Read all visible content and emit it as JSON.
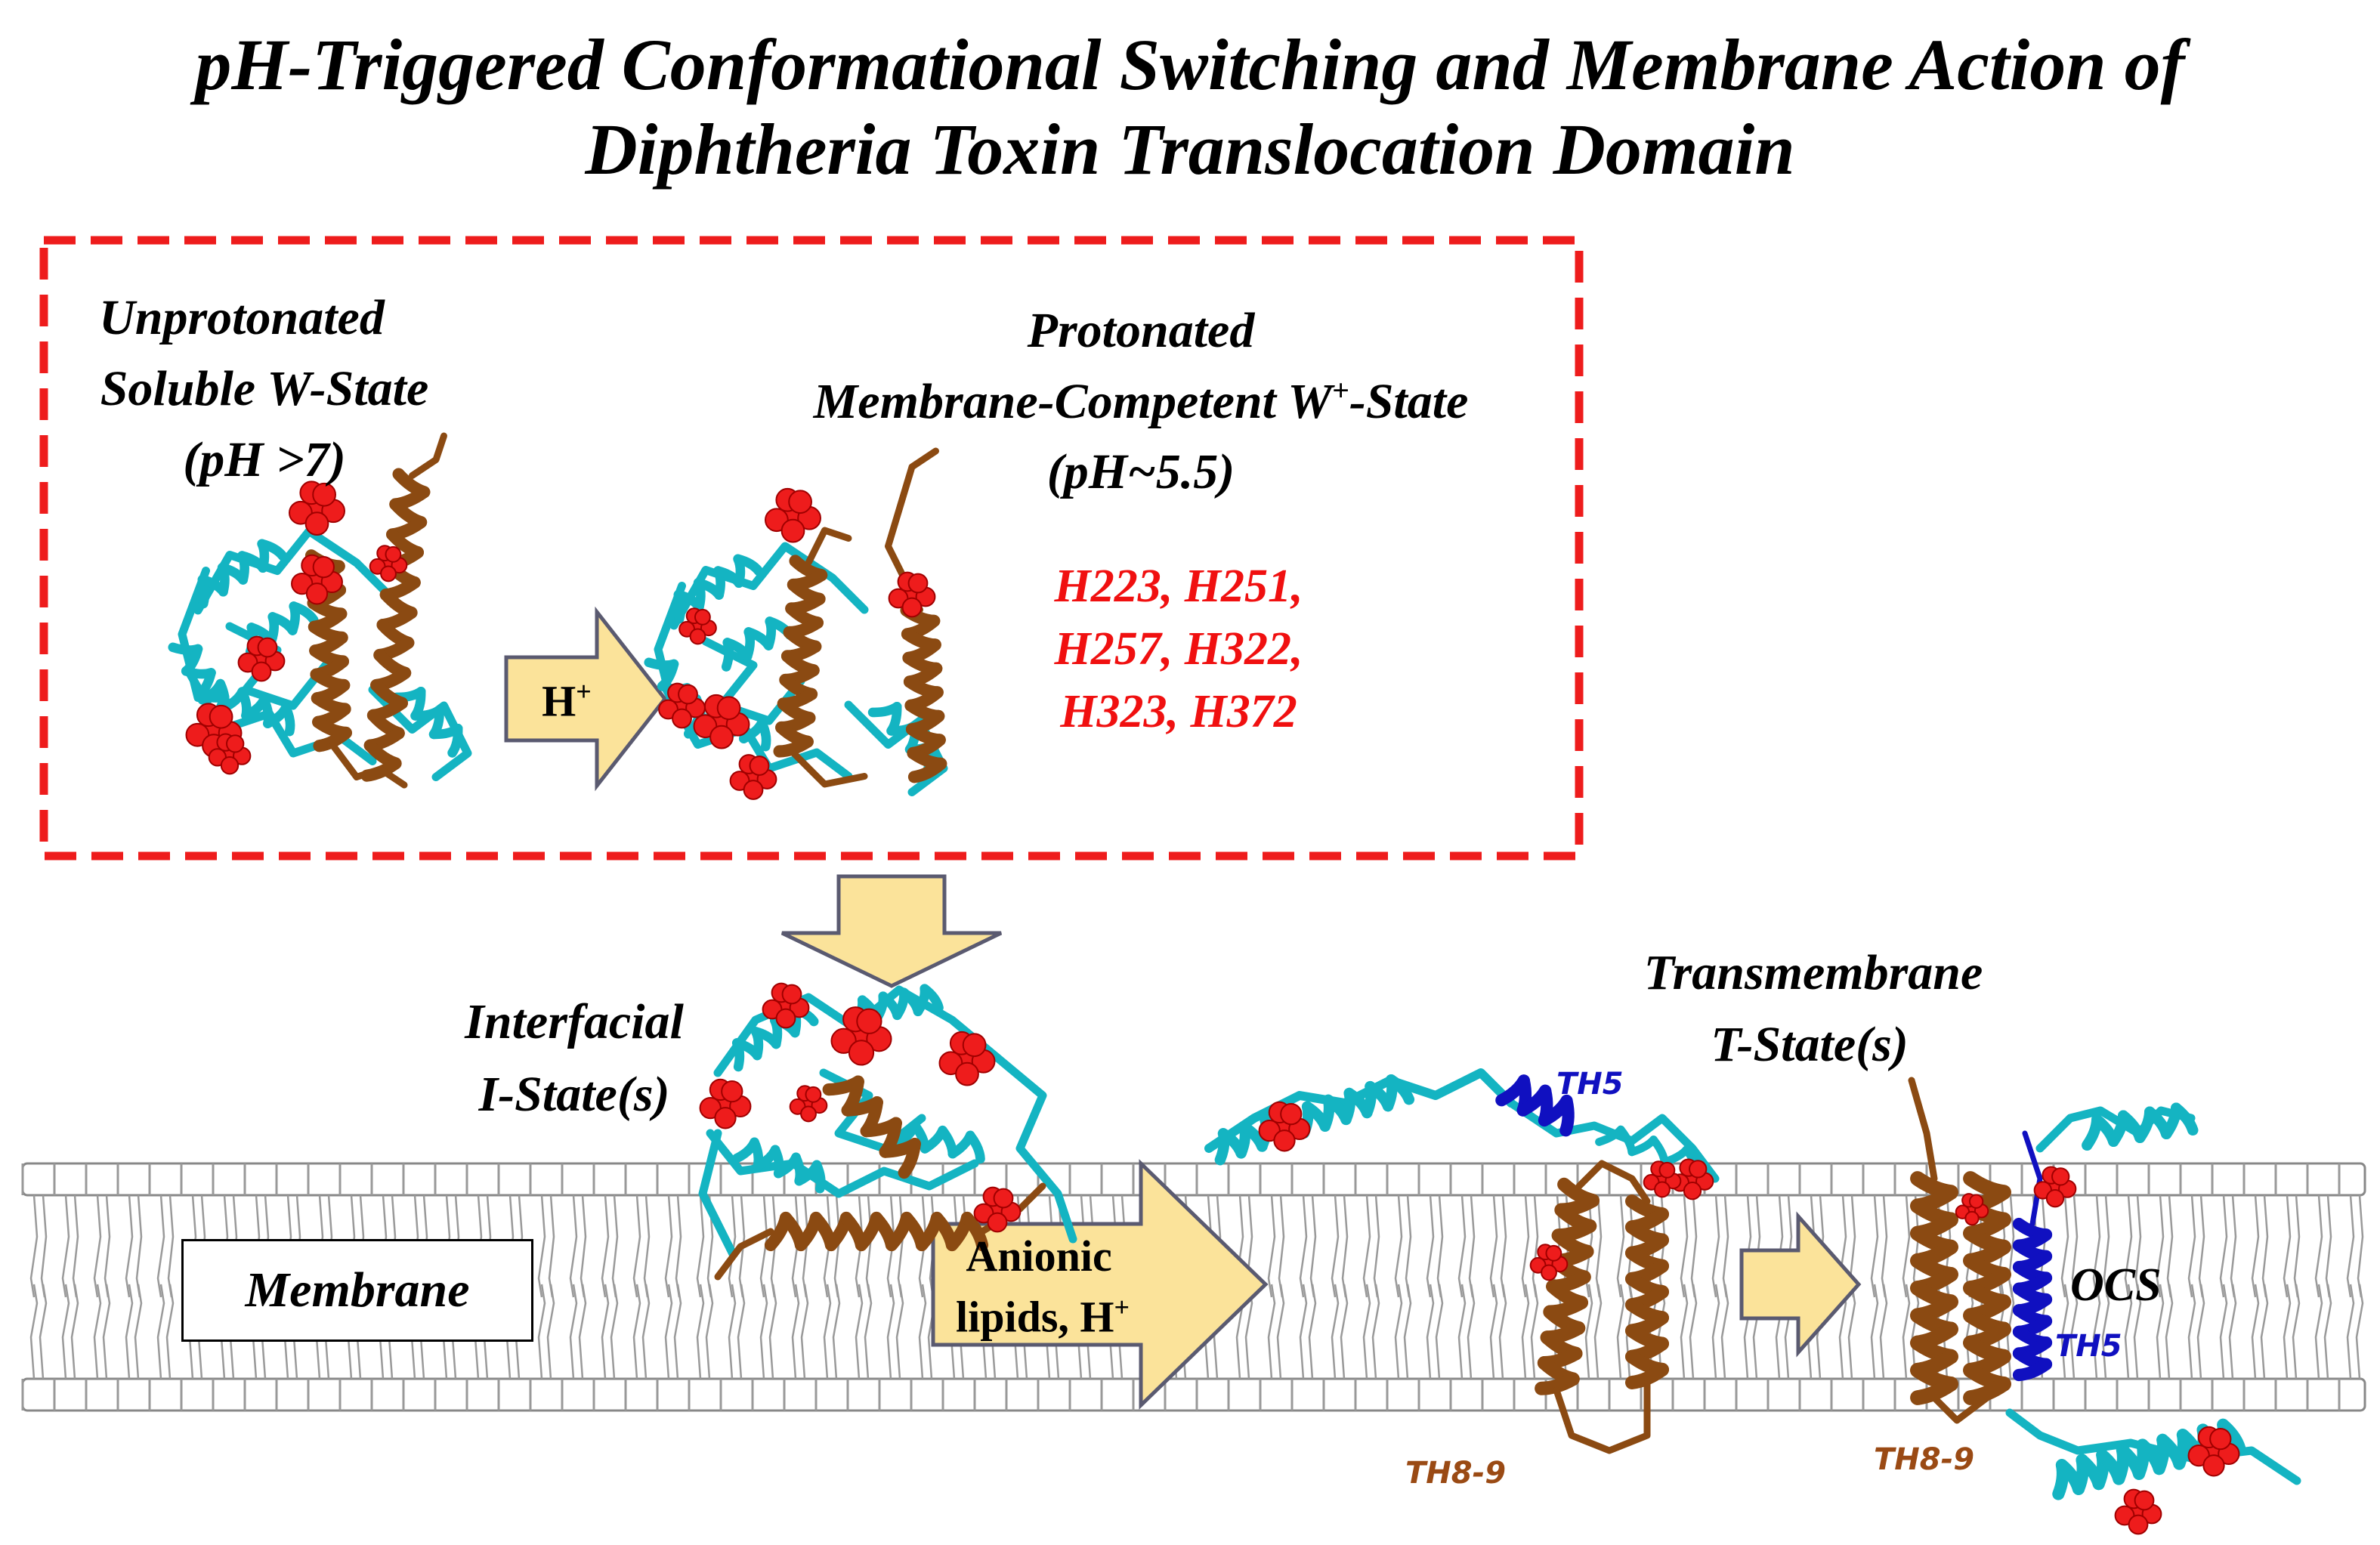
{
  "title": {
    "line1": "pH-Triggered Conformational Switching and Membrane Action of",
    "line2": "Diphtheria Toxin Translocation Domain"
  },
  "w_state": {
    "line1": "Unprotonated",
    "line2": "Soluble W-State",
    "line3": "(pH >7)"
  },
  "w_plus_state": {
    "line1": "Protonated",
    "line2_pre": "Membrane-Competent W",
    "line2_sup": "+",
    "line2_post": "-State",
    "line3": "(pH~5.5)"
  },
  "histidines": {
    "line1": "H223, H251,",
    "line2": "H257, H322,",
    "line3": "H323, H372"
  },
  "protonation_arrow": {
    "text": "H",
    "sup": "+"
  },
  "i_state": {
    "line1": "Interfacial",
    "line2": "I-State(s)"
  },
  "t_state": {
    "line1": "Transmembrane",
    "line2": "T-State(s)"
  },
  "membrane_label": "Membrane",
  "anionic_arrow": {
    "line1": "Anionic",
    "line2_pre": "lipids, H",
    "line2_sup": "+"
  },
  "helix_tags": {
    "th5_a": "TH5",
    "th5_b": "TH5",
    "th89_a": "TH8-9",
    "th89_b": "TH8-9",
    "ocs": "OCS"
  },
  "colors": {
    "helix_brown": "#8b4a12",
    "ribbon_cyan": "#14b4c2",
    "histidine_red": "#ee1c1c",
    "th5_blue": "#1010c0",
    "arrow_fill": "#fbe39a",
    "arrow_stroke": "#4a4a6a",
    "dash_box": "#ee1c1c"
  }
}
